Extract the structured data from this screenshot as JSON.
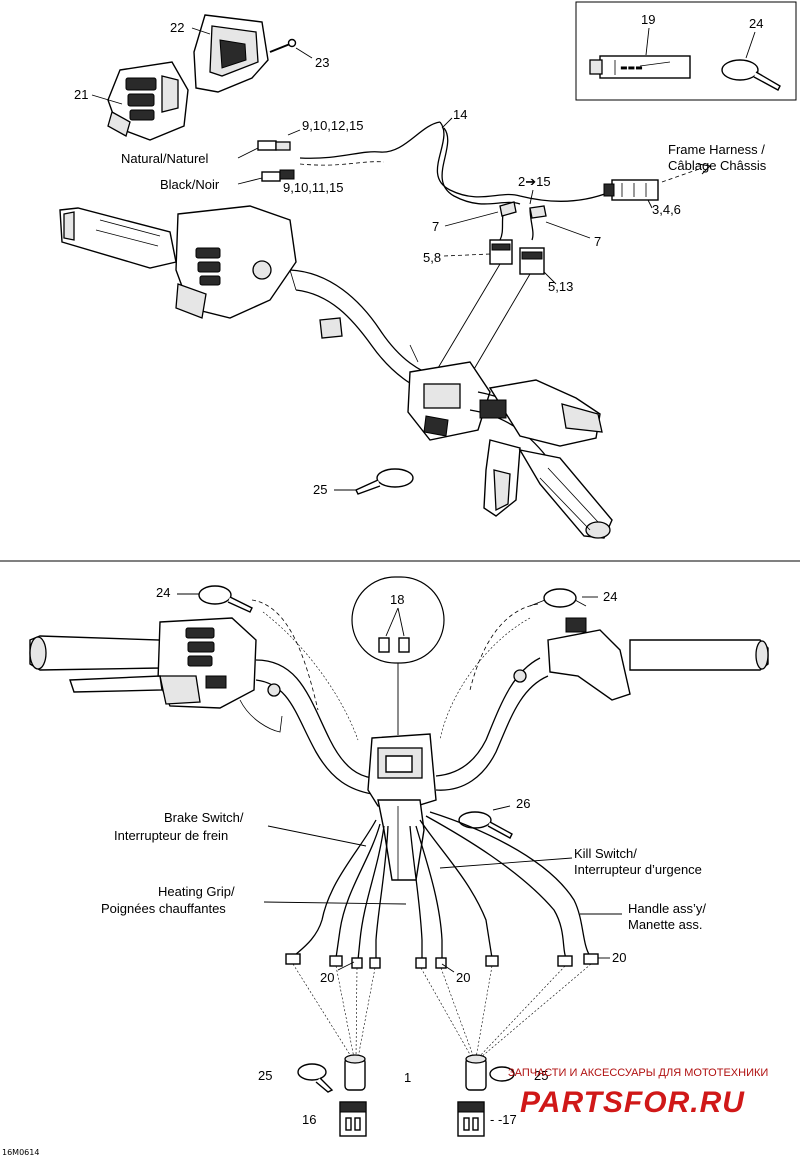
{
  "callouts": {
    "c22": "22",
    "c23": "23",
    "c21": "21",
    "c19": "19",
    "c24_top": "24",
    "c14": "14",
    "c9_10_12_15": "9,10,12,15",
    "c9_10_11_15": "9,10,11,15",
    "c2_15": "2➔15",
    "c3_4_6": "3,4,6",
    "c7_left": "7",
    "c7_right": "7",
    "c5_8": "5,8",
    "c5_13": "5,13",
    "c25_top": "25",
    "c24_left": "24",
    "c24_right": "24",
    "c18": "18",
    "c26": "26",
    "c20_left": "20",
    "c20_mid": "20",
    "c20_right": "20",
    "c25_bottom_left": "25",
    "c25_bottom_right": "25",
    "c1": "1",
    "c16": "16",
    "c17": "- -17"
  },
  "wire_labels": {
    "natural": "Natural/Naturel",
    "black": "Black/Noir",
    "frame_harness_1": "Frame Harness /",
    "frame_harness_2": "Câblage Châssis",
    "brake_switch_1": "Brake Switch/",
    "brake_switch_2": "Interrupteur de frein",
    "kill_switch_1": "Kill Switch/",
    "kill_switch_2": "Interrupteur d’urgence",
    "heating_grip_1": "Heating Grip/",
    "heating_grip_2": "Poignées chauffantes",
    "handle_assy_1": "Handle ass’y/",
    "handle_assy_2": "Manette ass."
  },
  "figure_code": "16M0614",
  "watermark": {
    "tagline": "ЗАПЧАСТИ И АКСЕССУАРЫ ДЛЯ МОТОТЕХНИКИ",
    "brand": "PARTSFOR.RU"
  }
}
